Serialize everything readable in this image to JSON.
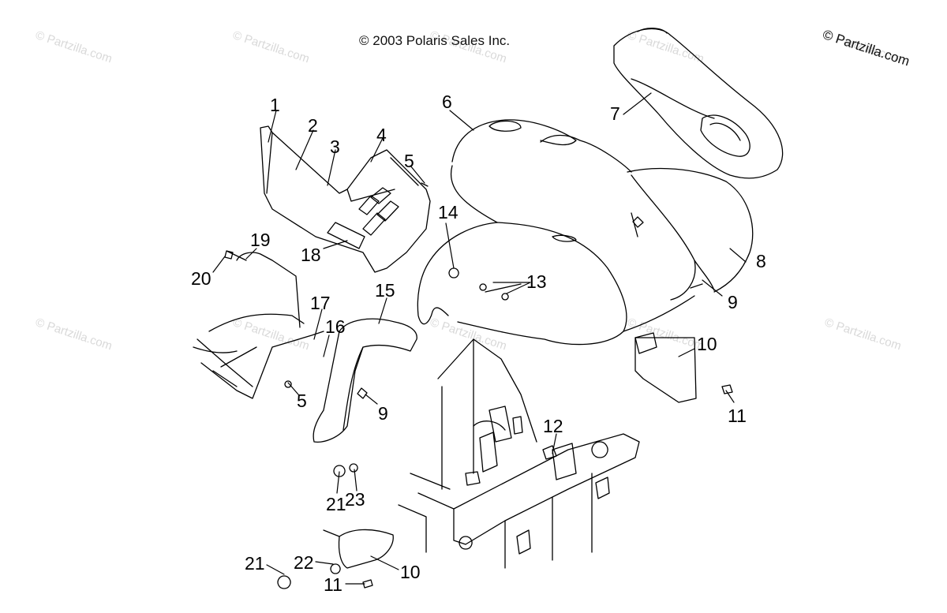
{
  "header": {
    "copyright": "© 2003 Polaris Sales Inc.",
    "brand_watermark": "© Partzilla.com"
  },
  "watermarks": [
    "© Partzilla.com",
    "© Partzilla.com",
    "© Partzilla.com",
    "© Partzilla.com",
    "© Partzilla.com",
    "© Partzilla.com",
    "© Partzilla.com",
    "© Partzilla.com",
    "© Partzilla.com",
    "© Partzilla.com"
  ],
  "callouts": [
    "1",
    "2",
    "3",
    "4",
    "5",
    "6",
    "7",
    "8",
    "9",
    "10",
    "11",
    "12",
    "13",
    "14",
    "15",
    "16",
    "17",
    "18",
    "19",
    "20",
    "21",
    "22",
    "23",
    "5",
    "9",
    "10",
    "11",
    "21"
  ]
}
